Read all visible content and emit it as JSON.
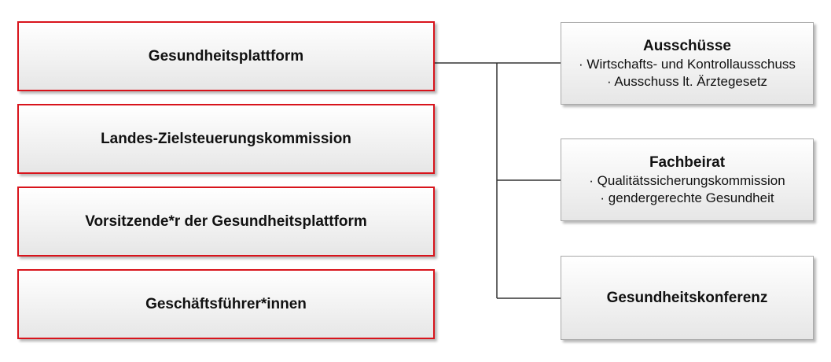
{
  "left_boxes": [
    {
      "label": "Gesundheitsplattform"
    },
    {
      "label": "Landes-Zielsteuerungskommission"
    },
    {
      "label": "Vorsitzende*r der Gesundheitsplattform"
    },
    {
      "label": "Geschäftsführer*innen"
    }
  ],
  "right_boxes": [
    {
      "title": "Ausschüsse",
      "items": [
        "· Wirtschafts- und Kontrollausschuss",
        "· Ausschuss lt. Ärztegesetz"
      ]
    },
    {
      "title": "Fachbeirat",
      "items": [
        "· Qualitätssicherungskommission",
        "· gendergerechte Gesundheit"
      ]
    },
    {
      "title": "Gesundheitskonferenz",
      "items": []
    }
  ],
  "colors": {
    "left_border": "#d8141c",
    "right_border": "#a8a8a8",
    "connector": "#333333"
  }
}
